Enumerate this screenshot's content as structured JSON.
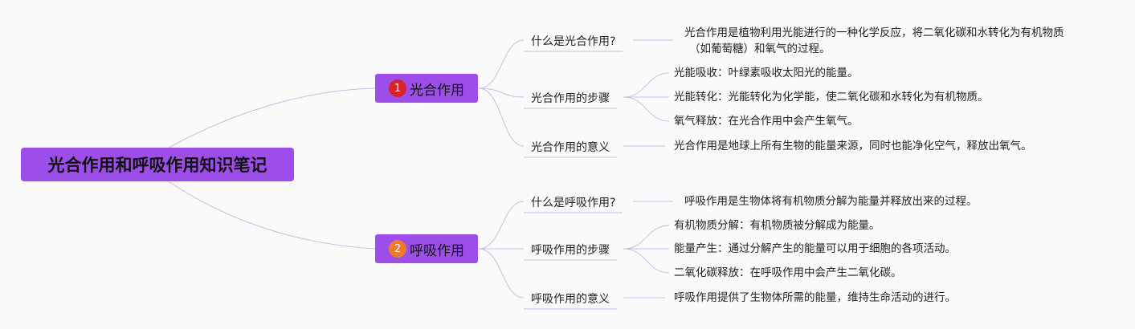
{
  "root": {
    "title": "光合作用和呼吸作用知识笔记"
  },
  "branches": [
    {
      "badge": "1",
      "label": "光合作用",
      "topics": [
        {
          "label": "什么是光合作用?",
          "details": [
            "光合作用是植物利用光能进行的一种化学反应，将二氧化碳和水转化为有机物质",
            "（如葡萄糖）和氧气的过程。"
          ]
        },
        {
          "label": "光合作用的步骤",
          "details": [
            "光能吸收：叶绿素吸收太阳光的能量。",
            "光能转化：光能转化为化学能，使二氧化碳和水转化为有机物质。",
            "氧气释放：在光合作用中会产生氧气。"
          ]
        },
        {
          "label": "光合作用的意义",
          "details": [
            "光合作用是地球上所有生物的能量来源，同时也能净化空气，释放出氧气。"
          ]
        }
      ]
    },
    {
      "badge": "2",
      "label": "呼吸作用",
      "topics": [
        {
          "label": "什么是呼吸作用?",
          "details": [
            "呼吸作用是生物体将有机物质分解为能量并释放出来的过程。"
          ]
        },
        {
          "label": "呼吸作用的步骤",
          "details": [
            "有机物质分解：有机物质被分解成为能量。",
            "能量产生：通过分解产生的能量可以用于细胞的各项活动。",
            "二氧化碳释放：在呼吸作用中会产生二氧化碳。"
          ]
        },
        {
          "label": "呼吸作用的意义",
          "details": [
            "呼吸作用提供了生物体所需的能量，维持生命活动的进行。"
          ]
        }
      ]
    }
  ],
  "colors": {
    "node_fill": "#9d4ee8",
    "connector": "#c8bde6",
    "badge_1": "#d8232a",
    "badge_2": "#f07a2a"
  }
}
